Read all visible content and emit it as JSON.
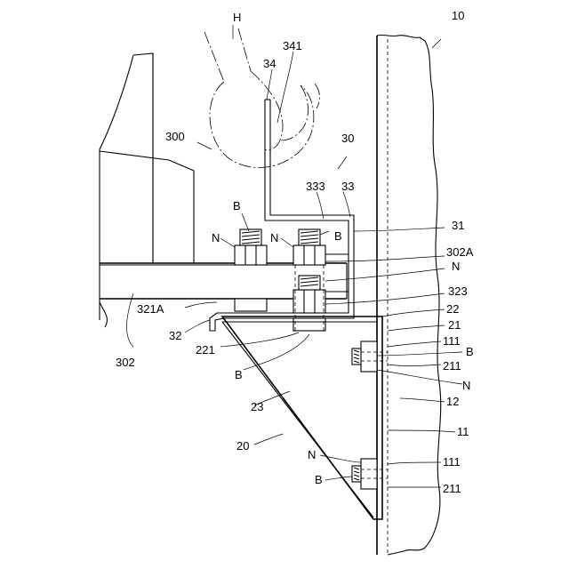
{
  "labels": {
    "H": "H",
    "n10": "10",
    "n341": "341",
    "n34": "34",
    "n300": "300",
    "n30": "30",
    "n333": "333",
    "n33": "33",
    "B_top1": "B",
    "B_top2": "B",
    "N_top1": "N",
    "N_top2": "N",
    "n31": "31",
    "n302A": "302A",
    "N_mid": "N",
    "n323": "323",
    "n321A": "321A",
    "n22": "22",
    "n21": "21",
    "n32": "32",
    "n221": "221",
    "n111_top": "111",
    "B_right1": "B",
    "n302": "302",
    "B_low": "B",
    "n211_top": "211",
    "N_right1": "N",
    "n23": "23",
    "n12": "12",
    "n11": "11",
    "n20": "20",
    "N_bottom": "N",
    "n111_bot": "111",
    "B_bottom": "B",
    "n211_bot": "211"
  }
}
